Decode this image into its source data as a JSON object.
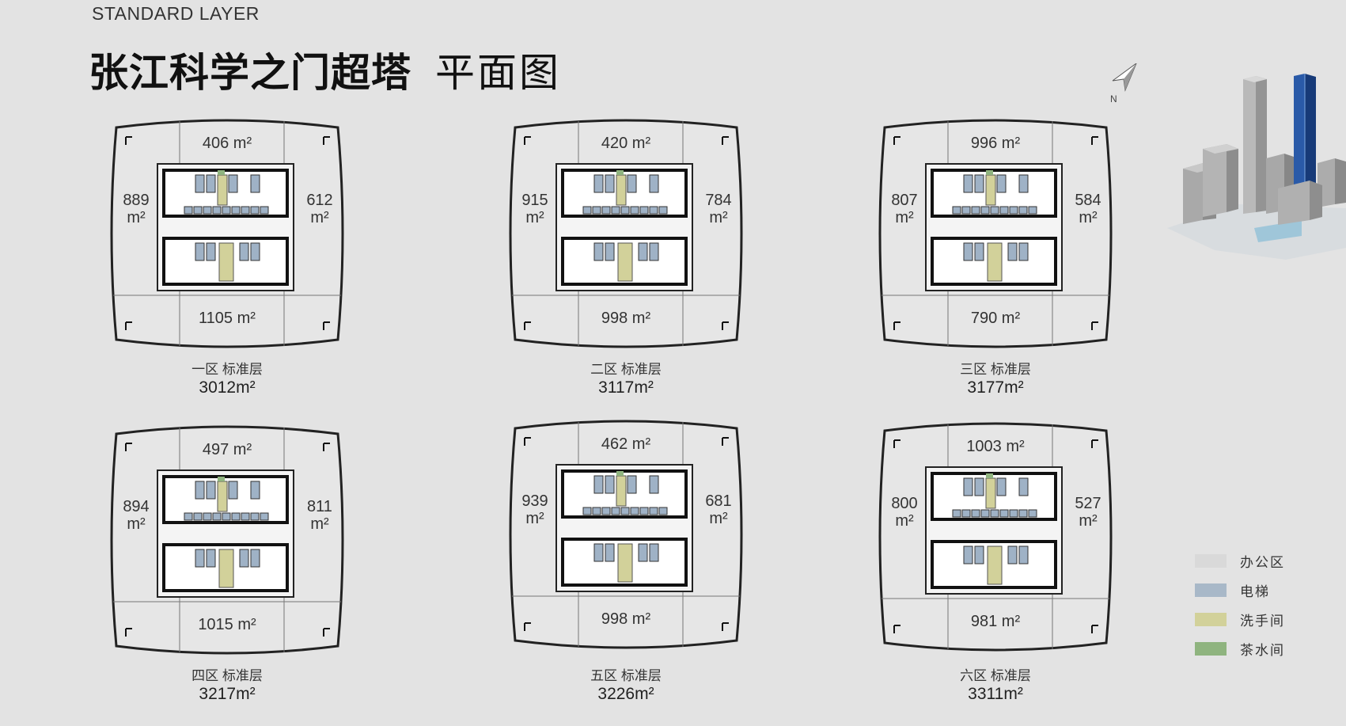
{
  "header": {
    "subtitle": "STANDARD LAYER",
    "title_main": "张江科学之门超塔",
    "title_sub": "平面图"
  },
  "compass": {
    "label": "N"
  },
  "plans": [
    {
      "zone_label": "一区 标准层",
      "total": "3012m²",
      "areas": {
        "top": "406 m²",
        "left": [
          "889",
          "m²"
        ],
        "right": [
          "612",
          "m²"
        ],
        "bottom": "1105 m²"
      }
    },
    {
      "zone_label": "二区 标准层",
      "total": "3117m²",
      "areas": {
        "top": "420 m²",
        "left": [
          "915",
          "m²"
        ],
        "right": [
          "784",
          "m²"
        ],
        "bottom": "998 m²"
      }
    },
    {
      "zone_label": "三区 标准层",
      "total": "3177m²",
      "areas": {
        "top": "996 m²",
        "left": [
          "807",
          "m²"
        ],
        "right": [
          "584",
          "m²"
        ],
        "bottom": "790 m²"
      }
    },
    {
      "zone_label": "四区 标准层",
      "total": "3217m²",
      "areas": {
        "top": "497 m²",
        "left": [
          "894",
          "m²"
        ],
        "right": [
          "811",
          "m²"
        ],
        "bottom": "1015 m²"
      }
    },
    {
      "zone_label": "五区 标准层",
      "total": "3226m²",
      "areas": {
        "top": "462 m²",
        "left": [
          "939",
          "m²"
        ],
        "right": [
          "681",
          "m²"
        ],
        "bottom": "998 m²"
      }
    },
    {
      "zone_label": "六区 标准层",
      "total": "3311m²",
      "areas": {
        "top": "1003 m²",
        "left": [
          "800",
          "m²"
        ],
        "right": [
          "527",
          "m²"
        ],
        "bottom": "981 m²"
      }
    }
  ],
  "legend": [
    {
      "label": "办公区",
      "color": "#d9d9d9"
    },
    {
      "label": "电梯",
      "color": "#a8b8c8"
    },
    {
      "label": "洗手间",
      "color": "#d2d19a"
    },
    {
      "label": "茶水间",
      "color": "#8fb47f"
    }
  ],
  "colors": {
    "background": "#e3e3e3",
    "floor": "#e6e6e6",
    "outline": "#222222",
    "elevator": "#9fb2c6",
    "restroom": "#d2d19a",
    "pantry": "#8fb47f",
    "tower_highlight": "#1f4e9a"
  }
}
